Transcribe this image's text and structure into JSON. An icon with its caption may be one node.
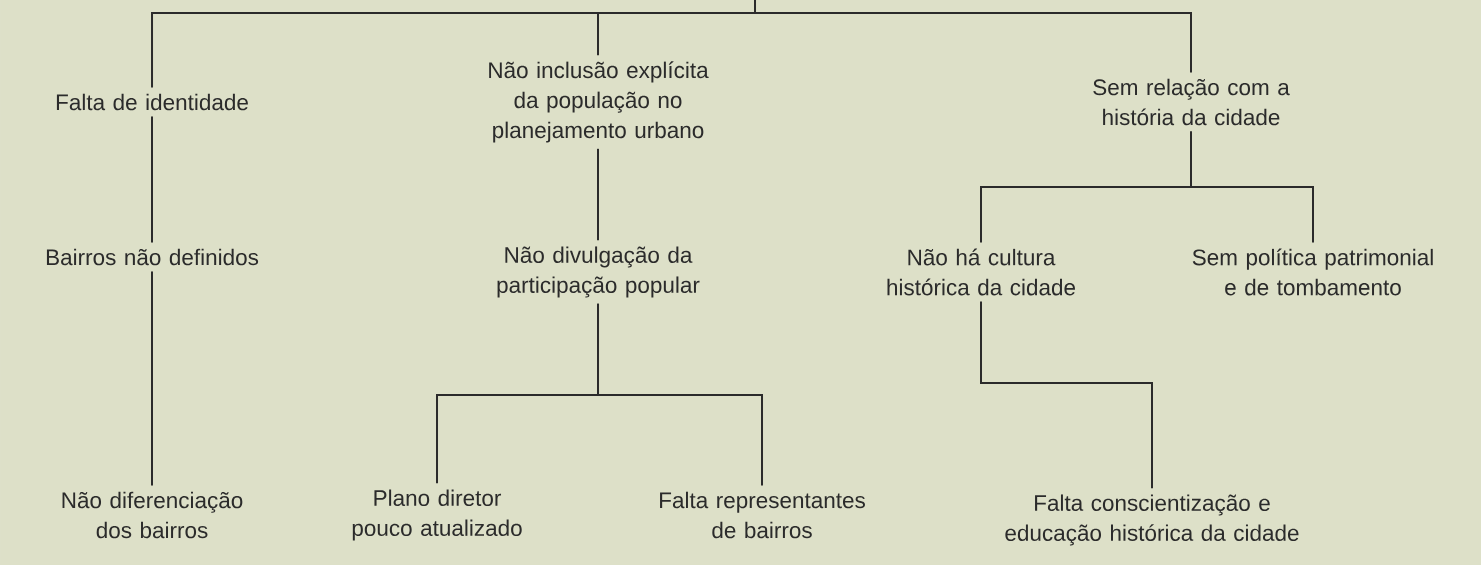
{
  "diagram": {
    "nodes": [
      {
        "text": [
          "Falta de identidade"
        ]
      },
      {
        "text": [
          "Não inclusão explícita da população no planejamento urbano"
        ]
      },
      {
        "text": [
          "Sem relação com a história da cidade"
        ]
      },
      {
        "text": [
          "Bairros não definidos"
        ]
      },
      {
        "text": [
          "Não divulgação da participação popular"
        ]
      },
      {
        "text": [
          "Não há cultura histórica da cidade"
        ]
      },
      {
        "text": [
          "Sem política patrimonial e de tombamento"
        ]
      },
      {
        "text": [
          "Não diferenciação dos bairros"
        ]
      },
      {
        "text": [
          "Plano diretor pouco atualizado"
        ]
      },
      {
        "text": [
          "Falta representantes de bairros"
        ]
      },
      {
        "text": [
          "Falta conscientização e educação histórica da cidade"
        ]
      }
    ],
    "edges": [
      {
        "from": null,
        "to": 0,
        "arrow": "none"
      },
      {
        "from": null,
        "to": 1,
        "arrow": "none"
      },
      {
        "from": null,
        "to": 2,
        "arrow": "none"
      },
      {
        "from": 0,
        "to": 3,
        "arrow": "none"
      },
      {
        "from": 3,
        "to": 7,
        "arrow": "none"
      },
      {
        "from": 1,
        "to": 4,
        "arrow": "none"
      },
      {
        "from": 4,
        "to": 8,
        "arrow": "none"
      },
      {
        "from": 4,
        "to": 9,
        "arrow": "none"
      },
      {
        "from": 2,
        "to": 5,
        "arrow": "none"
      },
      {
        "from": 2,
        "to": 6,
        "arrow": "none"
      },
      {
        "from": 5,
        "to": 10,
        "arrow": "none"
      }
    ]
  }
}
